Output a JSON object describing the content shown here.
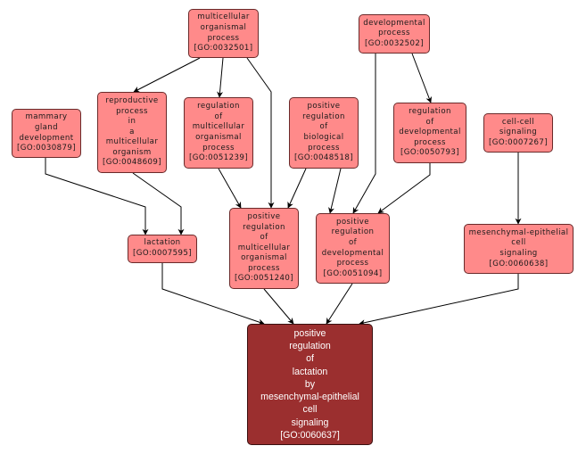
{
  "diagram": {
    "type": "GO term hierarchy",
    "colors": {
      "node_fill": "#ff8a8a",
      "focus_fill": "#9b2f2f",
      "edge": "#000000"
    },
    "nodes": [
      {
        "id": "GO:0032501",
        "lines": [
          "multicellular",
          "organismal",
          "process",
          "[GO:0032501]"
        ]
      },
      {
        "id": "GO:0032502",
        "lines": [
          "developmental",
          "process",
          "[GO:0032502]"
        ]
      },
      {
        "id": "GO:0030879",
        "lines": [
          "mammary",
          "gland",
          "development",
          "[GO:0030879]"
        ]
      },
      {
        "id": "GO:0048609",
        "lines": [
          "reproductive",
          "process",
          "in",
          "a",
          "multicellular",
          "organism",
          "[GO:0048609]"
        ]
      },
      {
        "id": "GO:0051239",
        "lines": [
          "regulation",
          "of",
          "multicellular",
          "organismal",
          "process",
          "[GO:0051239]"
        ]
      },
      {
        "id": "GO:0048518",
        "lines": [
          "positive",
          "regulation",
          "of",
          "biological",
          "process",
          "[GO:0048518]"
        ]
      },
      {
        "id": "GO:0050793",
        "lines": [
          "regulation",
          "of",
          "developmental",
          "process",
          "[GO:0050793]"
        ]
      },
      {
        "id": "GO:0007267",
        "lines": [
          "cell-cell",
          "signaling",
          "[GO:0007267]"
        ]
      },
      {
        "id": "GO:0007595",
        "lines": [
          "lactation",
          "[GO:0007595]"
        ]
      },
      {
        "id": "GO:0051240",
        "lines": [
          "positive",
          "regulation",
          "of",
          "multicellular",
          "organismal",
          "process",
          "[GO:0051240]"
        ]
      },
      {
        "id": "GO:0051094",
        "lines": [
          "positive",
          "regulation",
          "of",
          "developmental",
          "process",
          "[GO:0051094]"
        ]
      },
      {
        "id": "GO:0060638",
        "lines": [
          "mesenchymal-epithelial",
          "cell",
          "signaling",
          "[GO:0060638]"
        ]
      },
      {
        "id": "GO:0060637",
        "lines": [
          "positive",
          "regulation",
          "of",
          "lactation",
          "by",
          "mesenchymal-epithelial",
          "cell",
          "signaling",
          "[GO:0060637]"
        ],
        "focus": true
      }
    ],
    "edges": [
      {
        "from": "GO:0032501",
        "to": "GO:0048609"
      },
      {
        "from": "GO:0032501",
        "to": "GO:0051239"
      },
      {
        "from": "GO:0032501",
        "to": "GO:0051240"
      },
      {
        "from": "GO:0032502",
        "to": "GO:0051094"
      },
      {
        "from": "GO:0032502",
        "to": "GO:0050793"
      },
      {
        "from": "GO:0030879",
        "to": "GO:0007595"
      },
      {
        "from": "GO:0048609",
        "to": "GO:0007595"
      },
      {
        "from": "GO:0051239",
        "to": "GO:0051240"
      },
      {
        "from": "GO:0048518",
        "to": "GO:0051240"
      },
      {
        "from": "GO:0048518",
        "to": "GO:0051094"
      },
      {
        "from": "GO:0050793",
        "to": "GO:0051094"
      },
      {
        "from": "GO:0007267",
        "to": "GO:0060638"
      },
      {
        "from": "GO:0007595",
        "to": "GO:0060637"
      },
      {
        "from": "GO:0051240",
        "to": "GO:0060637"
      },
      {
        "from": "GO:0051094",
        "to": "GO:0060637"
      },
      {
        "from": "GO:0060638",
        "to": "GO:0060637"
      }
    ]
  }
}
